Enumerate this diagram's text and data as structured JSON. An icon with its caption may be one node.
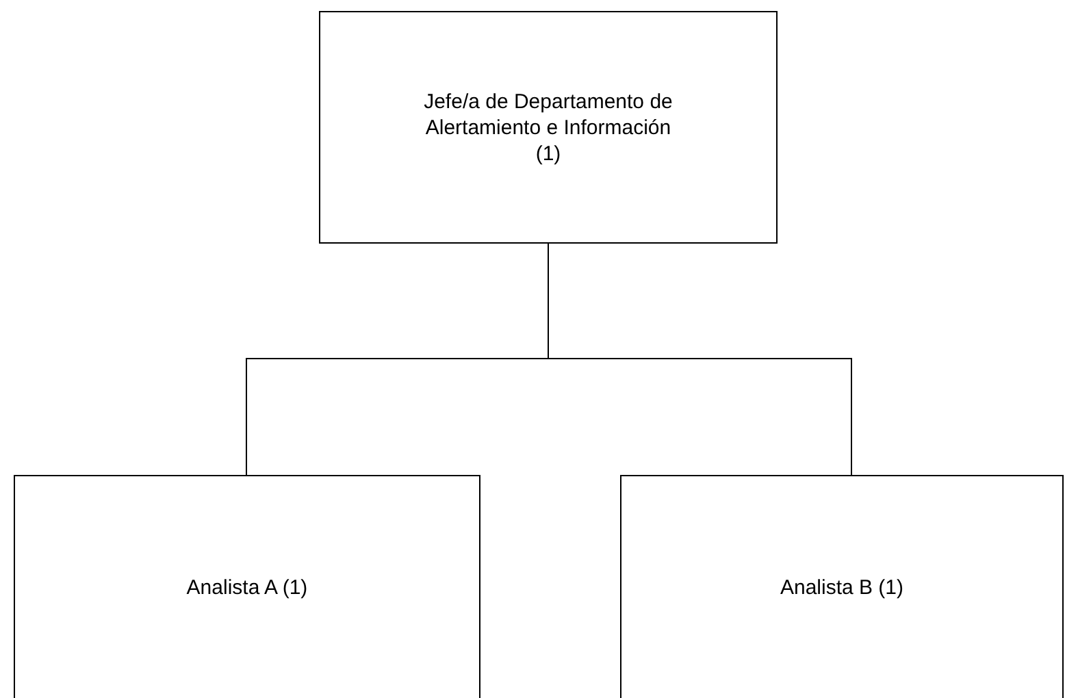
{
  "diagram": {
    "nodes": [
      {
        "text": [
          "Jefe/a de Departamento de Alertamiento e Información (1)"
        ]
      },
      {
        "text": [
          "Analista A (1)"
        ]
      },
      {
        "text": [
          "Analista B (1)"
        ]
      }
    ],
    "edges": [
      {
        "from": 0,
        "to": 1,
        "arrow": "none"
      },
      {
        "from": 0,
        "to": 2,
        "arrow": "none"
      }
    ]
  }
}
